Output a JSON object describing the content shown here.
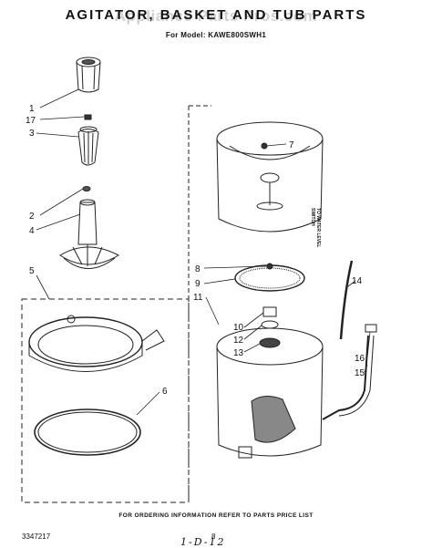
{
  "header": {
    "title": "AGITATOR, BASKET AND TUB PARTS",
    "model": "For Model: KAWE800SWH1",
    "watermark": "Appliance Parts Pros.com"
  },
  "callouts": [
    {
      "id": "c1",
      "label": "1"
    },
    {
      "id": "c17",
      "label": "17"
    },
    {
      "id": "c3",
      "label": "3"
    },
    {
      "id": "c2",
      "label": "2"
    },
    {
      "id": "c4",
      "label": "4"
    },
    {
      "id": "c5",
      "label": "5"
    },
    {
      "id": "c6",
      "label": "6"
    },
    {
      "id": "c7",
      "label": "7"
    },
    {
      "id": "c8",
      "label": "8"
    },
    {
      "id": "c9",
      "label": "9"
    },
    {
      "id": "c11",
      "label": "11"
    },
    {
      "id": "c10",
      "label": "10"
    },
    {
      "id": "c12",
      "label": "12"
    },
    {
      "id": "c13",
      "label": "13"
    },
    {
      "id": "c14",
      "label": "14"
    },
    {
      "id": "c16",
      "label": "16"
    },
    {
      "id": "c15",
      "label": "15"
    }
  ],
  "side_note": [
    "TO WATER LEVEL",
    "SWITCH"
  ],
  "footer": {
    "ordering": "FOR ORDERING INFORMATION REFER TO PARTS PRICE LIST",
    "doc_number": "3347217",
    "page": "8",
    "handwritten": "1-D-12"
  }
}
